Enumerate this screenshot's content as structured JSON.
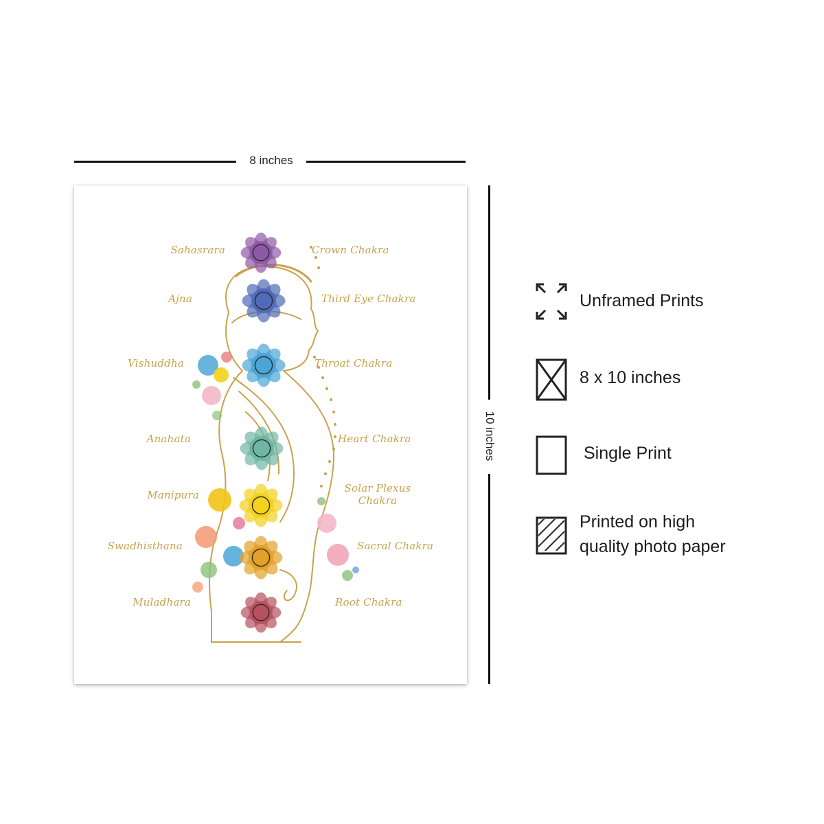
{
  "dimensions": {
    "width_label": "8 inches",
    "height_label": "10 inches"
  },
  "poster": {
    "colors": {
      "gold": "#c9a24a",
      "crown": "#8e5aa6",
      "third_eye": "#4f6bb8",
      "throat": "#4aa5d6",
      "heart": "#6fb6a4",
      "solar_plexus": "#f2d21c",
      "sacral": "#e3a127",
      "root": "#b7505f"
    },
    "left_labels": [
      "Sahasrara",
      "Ajna",
      "Vishuddha",
      "Anahata",
      "Manipura",
      "Swadhisthana",
      "Muladhara"
    ],
    "right_labels": [
      "Crown Chakra",
      "Third Eye Chakra",
      "Throat Chakra",
      "Heart Chakra",
      "Solar Plexus Chakra",
      "Sacral Chakra",
      "Root Chakra"
    ]
  },
  "features": [
    {
      "icon": "expand-corners-icon",
      "text": "Unframed Prints"
    },
    {
      "icon": "crossed-box-icon",
      "text": "8 x 10 inches"
    },
    {
      "icon": "blank-page-icon",
      "text": "Single Print"
    },
    {
      "icon": "hatched-paper-icon",
      "text": "Printed on high\nquality photo paper"
    }
  ]
}
